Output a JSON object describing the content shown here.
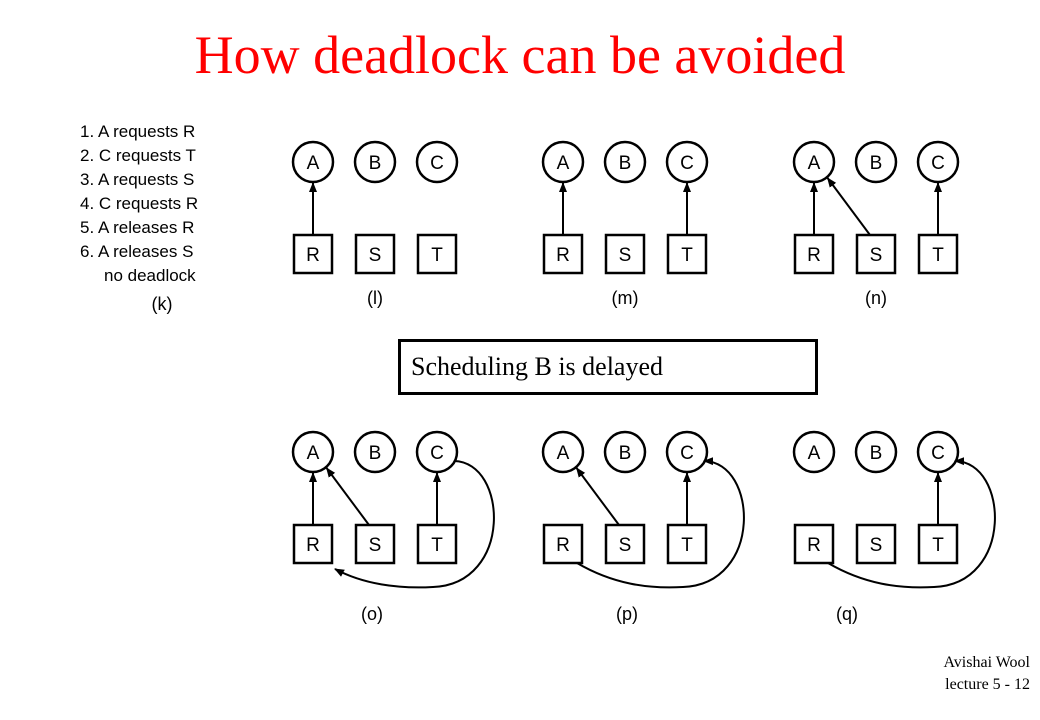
{
  "title": "How deadlock can be avoided",
  "steps": [
    "1. A requests R",
    "2. C requests T",
    "3. A requests S",
    "4. C requests R",
    "5. A releases R",
    "6. A releases S",
    "no deadlock"
  ],
  "callout": "Scheduling B is delayed",
  "footer": {
    "author": "Avishai Wool",
    "lecture": "lecture 5  - 12"
  },
  "diagram": {
    "processes": [
      "A",
      "B",
      "C"
    ],
    "resources": [
      "R",
      "S",
      "T"
    ],
    "panels": [
      {
        "label": "(k)",
        "edges": []
      },
      {
        "label": "(l)",
        "edges": [
          {
            "from": "R",
            "to": "A",
            "type": "assign"
          }
        ]
      },
      {
        "label": "(m)",
        "edges": [
          {
            "from": "R",
            "to": "A",
            "type": "assign"
          },
          {
            "from": "T",
            "to": "C",
            "type": "assign"
          }
        ]
      },
      {
        "label": "(n)",
        "edges": [
          {
            "from": "R",
            "to": "A",
            "type": "assign"
          },
          {
            "from": "S",
            "to": "A",
            "type": "assign"
          },
          {
            "from": "T",
            "to": "C",
            "type": "assign"
          }
        ]
      },
      {
        "label": "(o)",
        "edges": [
          {
            "from": "R",
            "to": "A",
            "type": "assign"
          },
          {
            "from": "S",
            "to": "A",
            "type": "assign"
          },
          {
            "from": "T",
            "to": "C",
            "type": "assign"
          },
          {
            "from": "C",
            "to": "R",
            "type": "request"
          }
        ]
      },
      {
        "label": "(p)",
        "edges": [
          {
            "from": "S",
            "to": "A",
            "type": "assign"
          },
          {
            "from": "T",
            "to": "C",
            "type": "assign"
          },
          {
            "from": "R",
            "to": "C",
            "type": "assign-curved"
          }
        ]
      },
      {
        "label": "(q)",
        "edges": [
          {
            "from": "T",
            "to": "C",
            "type": "assign"
          },
          {
            "from": "R",
            "to": "C",
            "type": "assign-curved"
          }
        ]
      }
    ]
  }
}
